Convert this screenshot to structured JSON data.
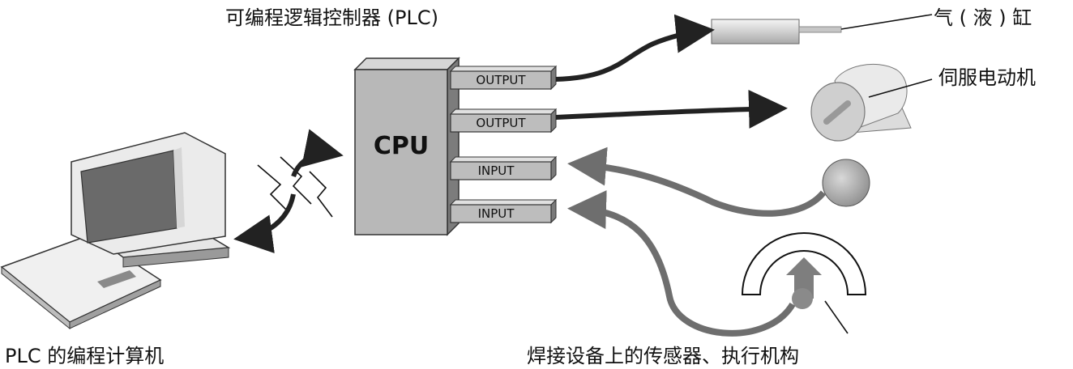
{
  "labels": {
    "plc_title": "可编程逻辑控制器 (PLC)",
    "cylinder": "气 ( 液 ) 缸",
    "servo_motor": "伺服电动机",
    "programming_computer": "PLC 的编程计算机",
    "sensors_actuators": "焊接设备上的传感器、执行机构"
  },
  "cpu": {
    "label": "CPU"
  },
  "ports": [
    {
      "label": "OUTPUT"
    },
    {
      "label": "OUTPUT"
    },
    {
      "label": "INPUT"
    },
    {
      "label": "INPUT"
    }
  ],
  "icons": [
    "computer-icon",
    "cylinder-icon",
    "servo-motor-icon",
    "sensor-icon",
    "gauge-sensor-icon",
    "plc-cpu-icon"
  ],
  "colors": {
    "arrow_dark": "#222222",
    "arrow_grey": "#6e6e6e",
    "cpu_fill": "#b8b8b8",
    "port_fill": "#bdbdbd"
  }
}
